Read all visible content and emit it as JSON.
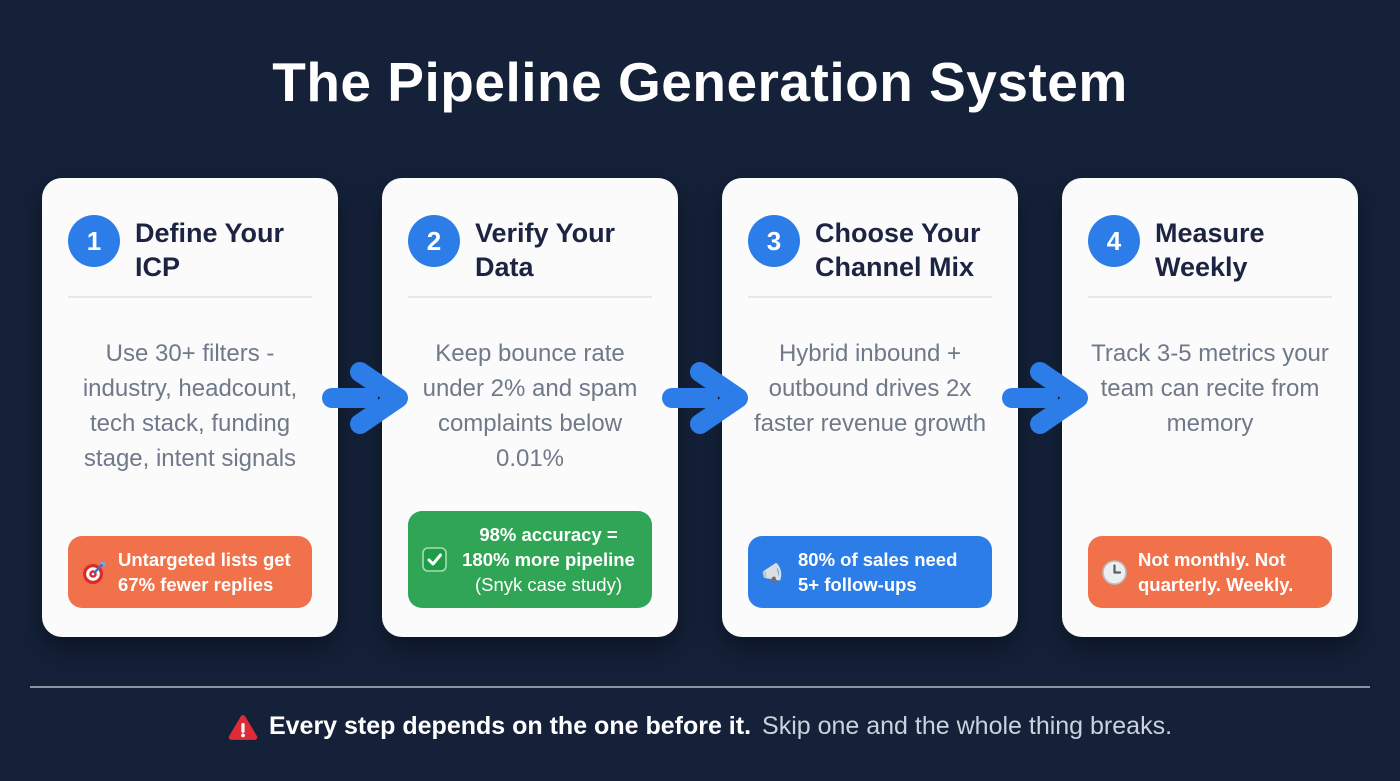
{
  "title": "The Pipeline Generation System",
  "steps": [
    {
      "number": "1",
      "title": "Define Your ICP",
      "body": "Use 30+ filters - industry, headcount, tech stack, funding stage, intent signals",
      "badge": {
        "icon": "target-icon",
        "text": "Untargeted lists get 67% fewer replies",
        "color": "#F0714A"
      }
    },
    {
      "number": "2",
      "title": "Verify Your Data",
      "body": "Keep bounce rate under 2% and spam complaints below 0.01%",
      "badge": {
        "icon": "check-icon",
        "text": "98% accuracy = 180% more pipeline",
        "note": "(Snyk case study)",
        "color": "#2FA555"
      }
    },
    {
      "number": "3",
      "title": "Choose Your Channel Mix",
      "body": "Hybrid inbound + outbound drives 2x faster revenue growth",
      "badge": {
        "icon": "megaphone-icon",
        "text": "80% of sales need 5+ follow-ups",
        "color": "#2D7DE8"
      }
    },
    {
      "number": "4",
      "title": "Measure Weekly",
      "body": "Track 3-5 metrics your team can recite from memory",
      "badge": {
        "icon": "clock-icon",
        "text": "Not monthly. Not quarterly. Weekly.",
        "color": "#F0714A"
      }
    }
  ],
  "footer": {
    "warning_bold": "Every step depends on the one before it.",
    "warning_regular": "Skip one and the whole thing breaks."
  },
  "colors": {
    "background": "#142139",
    "accent_blue": "#2D7DE8",
    "orange": "#F0714A",
    "green": "#2FA555",
    "card_background": "#FBFBFC",
    "card_title": "#1C2442",
    "body_text": "#6F7989",
    "warning_red": "#DF2B38"
  }
}
